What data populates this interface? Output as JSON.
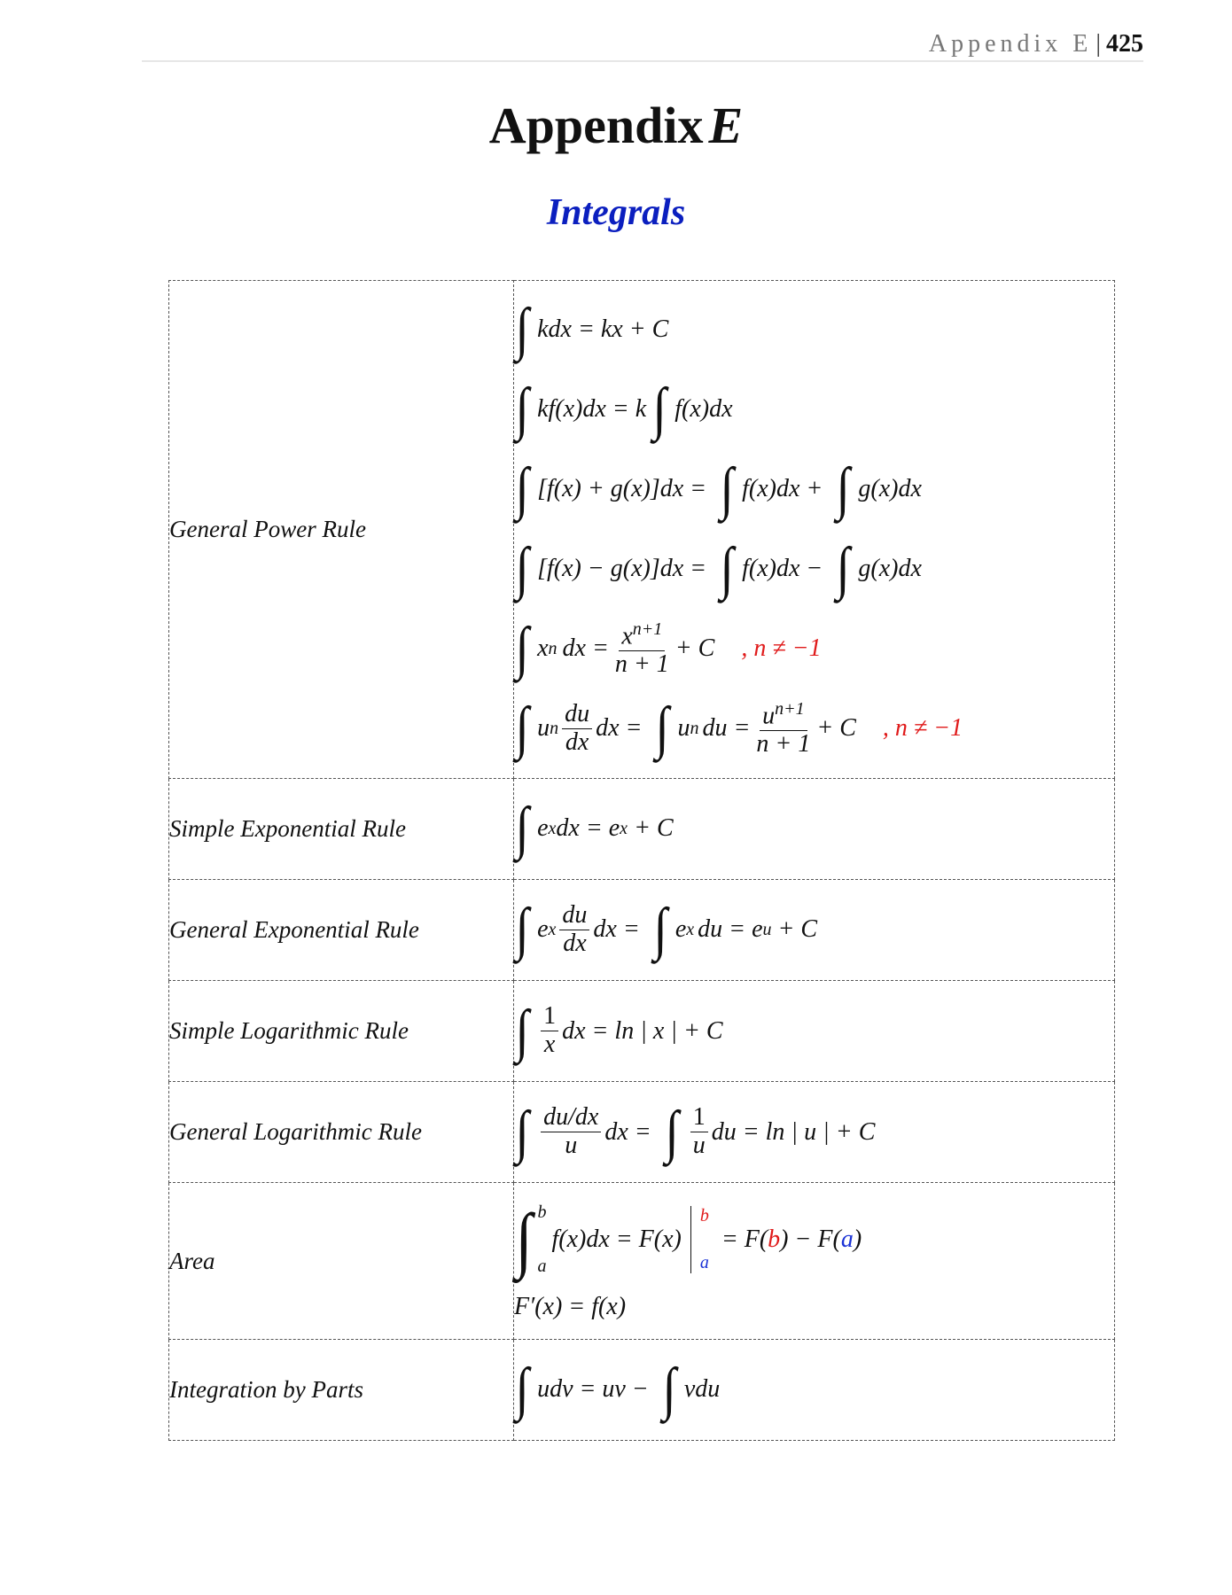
{
  "header": {
    "section": "Appendix E",
    "page": "425"
  },
  "title": {
    "word": "Appendix",
    "letter": "E"
  },
  "subtitle": "Integrals",
  "rules": [
    {
      "label": "General Power Rule"
    },
    {
      "label": "Simple Exponential Rule"
    },
    {
      "label": "General Exponential Rule"
    },
    {
      "label": "Simple Logarithmic Rule"
    },
    {
      "label": "General Logarithmic Rule"
    },
    {
      "label": "Area"
    },
    {
      "label": "Integration by Parts"
    }
  ],
  "symbols": {
    "integral": "∫",
    "sep": "|"
  },
  "formulas": {
    "constant": "kdx = kx + C",
    "constant_multiple": {
      "left": "kf(x)dx = k",
      "right": "f(x)dx"
    },
    "sum": {
      "left": "[f(x) + g(x)]dx =",
      "mid": "f(x)dx +",
      "right": "g(x)dx"
    },
    "difference": {
      "left": "[f(x) − g(x)]dx =",
      "mid": "f(x)dx −",
      "right": "g(x)dx"
    },
    "power_simple": {
      "base": "x",
      "exp": "n",
      "dx": "dx =",
      "num_base": "x",
      "num_exp": "n+1",
      "den": "n + 1",
      "plus_c": "+ C",
      "condition": ", n ≠ −1"
    },
    "power_general": {
      "base": "u",
      "exp": "n",
      "frac_num": "du",
      "frac_den": "dx",
      "dx": "dx =",
      "mid_base": "u",
      "mid_exp": "n",
      "mid_du": "du =",
      "num_base": "u",
      "num_exp": "n+1",
      "den": "n + 1",
      "plus_c": "+ C",
      "condition": ", n ≠ −1"
    },
    "exp_simple": {
      "base1": "e",
      "exp1": "x",
      "mid": "dx = e",
      "exp2": "x",
      "end": " + C"
    },
    "exp_general": {
      "base1": "e",
      "exp1": "x",
      "frac_num": "du",
      "frac_den": "dx",
      "dx": "dx =",
      "base2": "e",
      "exp2": "x",
      "mid": "du = e",
      "exp3": "u",
      "end": " + C"
    },
    "log_simple": {
      "num": "1",
      "den": "x",
      "rest": "dx = ln | x | + C"
    },
    "log_general": {
      "top": "du/dx",
      "bottom": "u",
      "dx": "dx =",
      "num": "1",
      "den": "u",
      "rest": "du = ln | u | + C"
    },
    "area": {
      "upper": "b",
      "lower": "a",
      "body": "f(x)dx = F(x)",
      "eval_upper": "b",
      "eval_lower": "a",
      "eq": "= F(",
      "b2": "b",
      "minus": ") − F(",
      "a2": "a",
      "close": ")",
      "derivative": "F′(x) = f(x)"
    },
    "parts": {
      "left": "udv = uv −",
      "right": "vdu"
    }
  }
}
